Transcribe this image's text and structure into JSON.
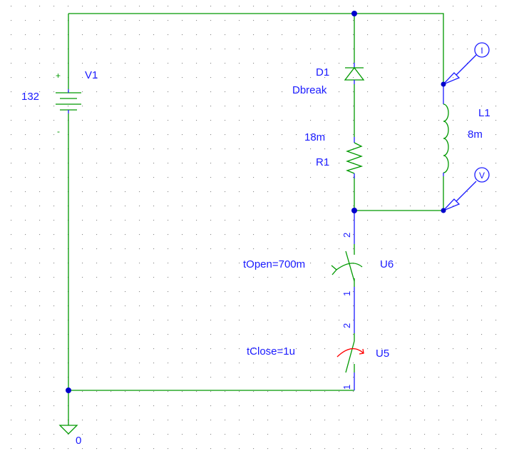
{
  "colors": {
    "wire": "#009900",
    "pins": "#1a1aff",
    "label": "#1a1aff",
    "switch_closed_arrow": "#ff0000",
    "junction": "#0000cc"
  },
  "components": {
    "v1": {
      "name": "V1",
      "value": "132",
      "plus": "+",
      "minus": "-"
    },
    "d1": {
      "name": "D1",
      "model": "Dbreak"
    },
    "r1": {
      "name": "R1",
      "value": "18m"
    },
    "l1": {
      "name": "L1",
      "value": "8m"
    },
    "u6": {
      "name": "U6",
      "param": "tOpen=700m",
      "pin1": "1",
      "pin2": "2"
    },
    "u5": {
      "name": "U5",
      "param": "tClose=1u",
      "pin1": "1",
      "pin2": "2"
    },
    "ground": {
      "label": "0"
    }
  },
  "probes": {
    "current": {
      "symbol": "I"
    },
    "voltage": {
      "symbol": "V"
    }
  }
}
